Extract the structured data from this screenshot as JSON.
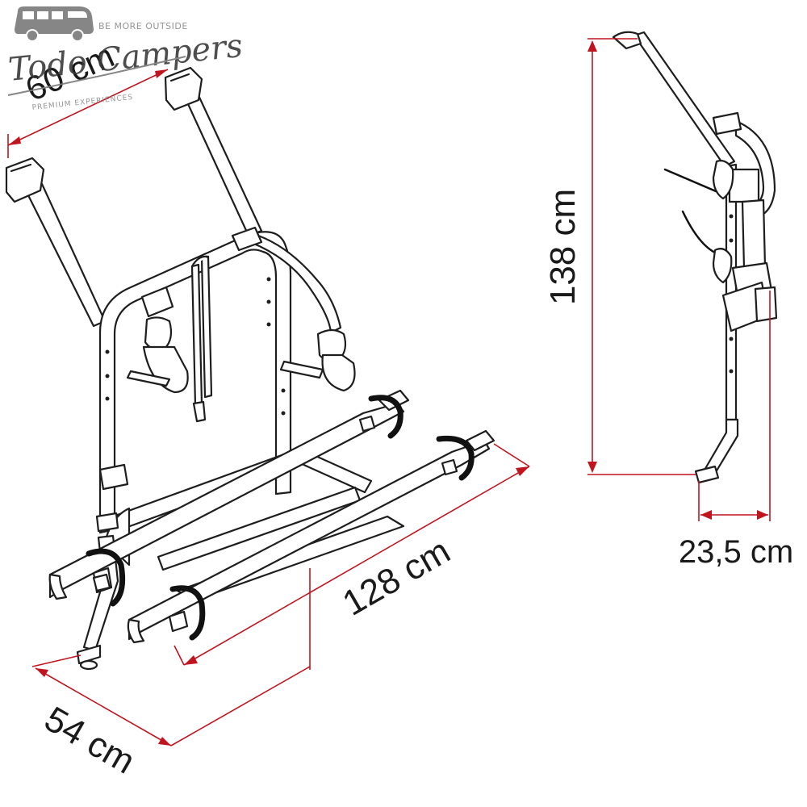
{
  "watermark": {
    "brand_name": "Todo Campers",
    "tagline_top": "BE MORE OUTSIDE",
    "tagline_bottom": "PREMIUM EXPERIENCES"
  },
  "dimensions": {
    "top_width": "60 cm",
    "total_height": "138 cm",
    "rail_length": "128 cm",
    "base_width": "54 cm",
    "depth": "23,5 cm"
  },
  "colors": {
    "dimension_line": "#c0151f",
    "outline": "#1e1e1e",
    "tube_fill": "#ffffff",
    "strap": "#111111",
    "label_text": "#1a1a1a"
  }
}
